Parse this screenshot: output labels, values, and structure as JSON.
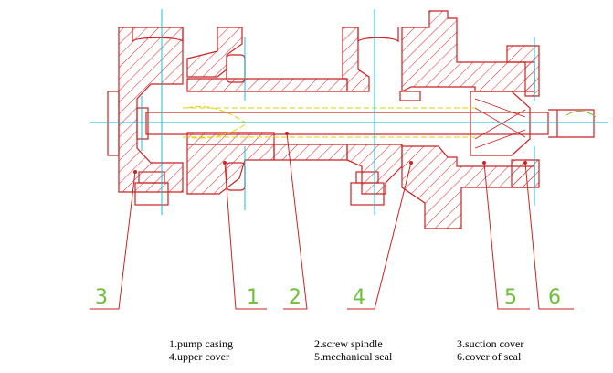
{
  "colors": {
    "section_outline": "#cc2222",
    "hatch": "#dd3333",
    "centerline": "#00b8d8",
    "hidden_line": "#e0d000",
    "leader_line": "#cc2222",
    "callout_text": "#6dbf3a",
    "legend_text": "#000000",
    "background": "#ffffff"
  },
  "callouts": [
    {
      "number": "3",
      "part": "suction cover"
    },
    {
      "number": "1",
      "part": "pump casing"
    },
    {
      "number": "2",
      "part": "screw spindle"
    },
    {
      "number": "4",
      "part": "upper cover"
    },
    {
      "number": "5",
      "part": "mechanical seal"
    },
    {
      "number": "6",
      "part": "cover of seal"
    }
  ],
  "legend": {
    "col1": [
      "1.pump casing",
      "4.upper cover"
    ],
    "col2": [
      "2.screw spindle",
      "5.mechanical seal"
    ],
    "col3": [
      "3.suction cover",
      "6.cover of seal"
    ]
  }
}
